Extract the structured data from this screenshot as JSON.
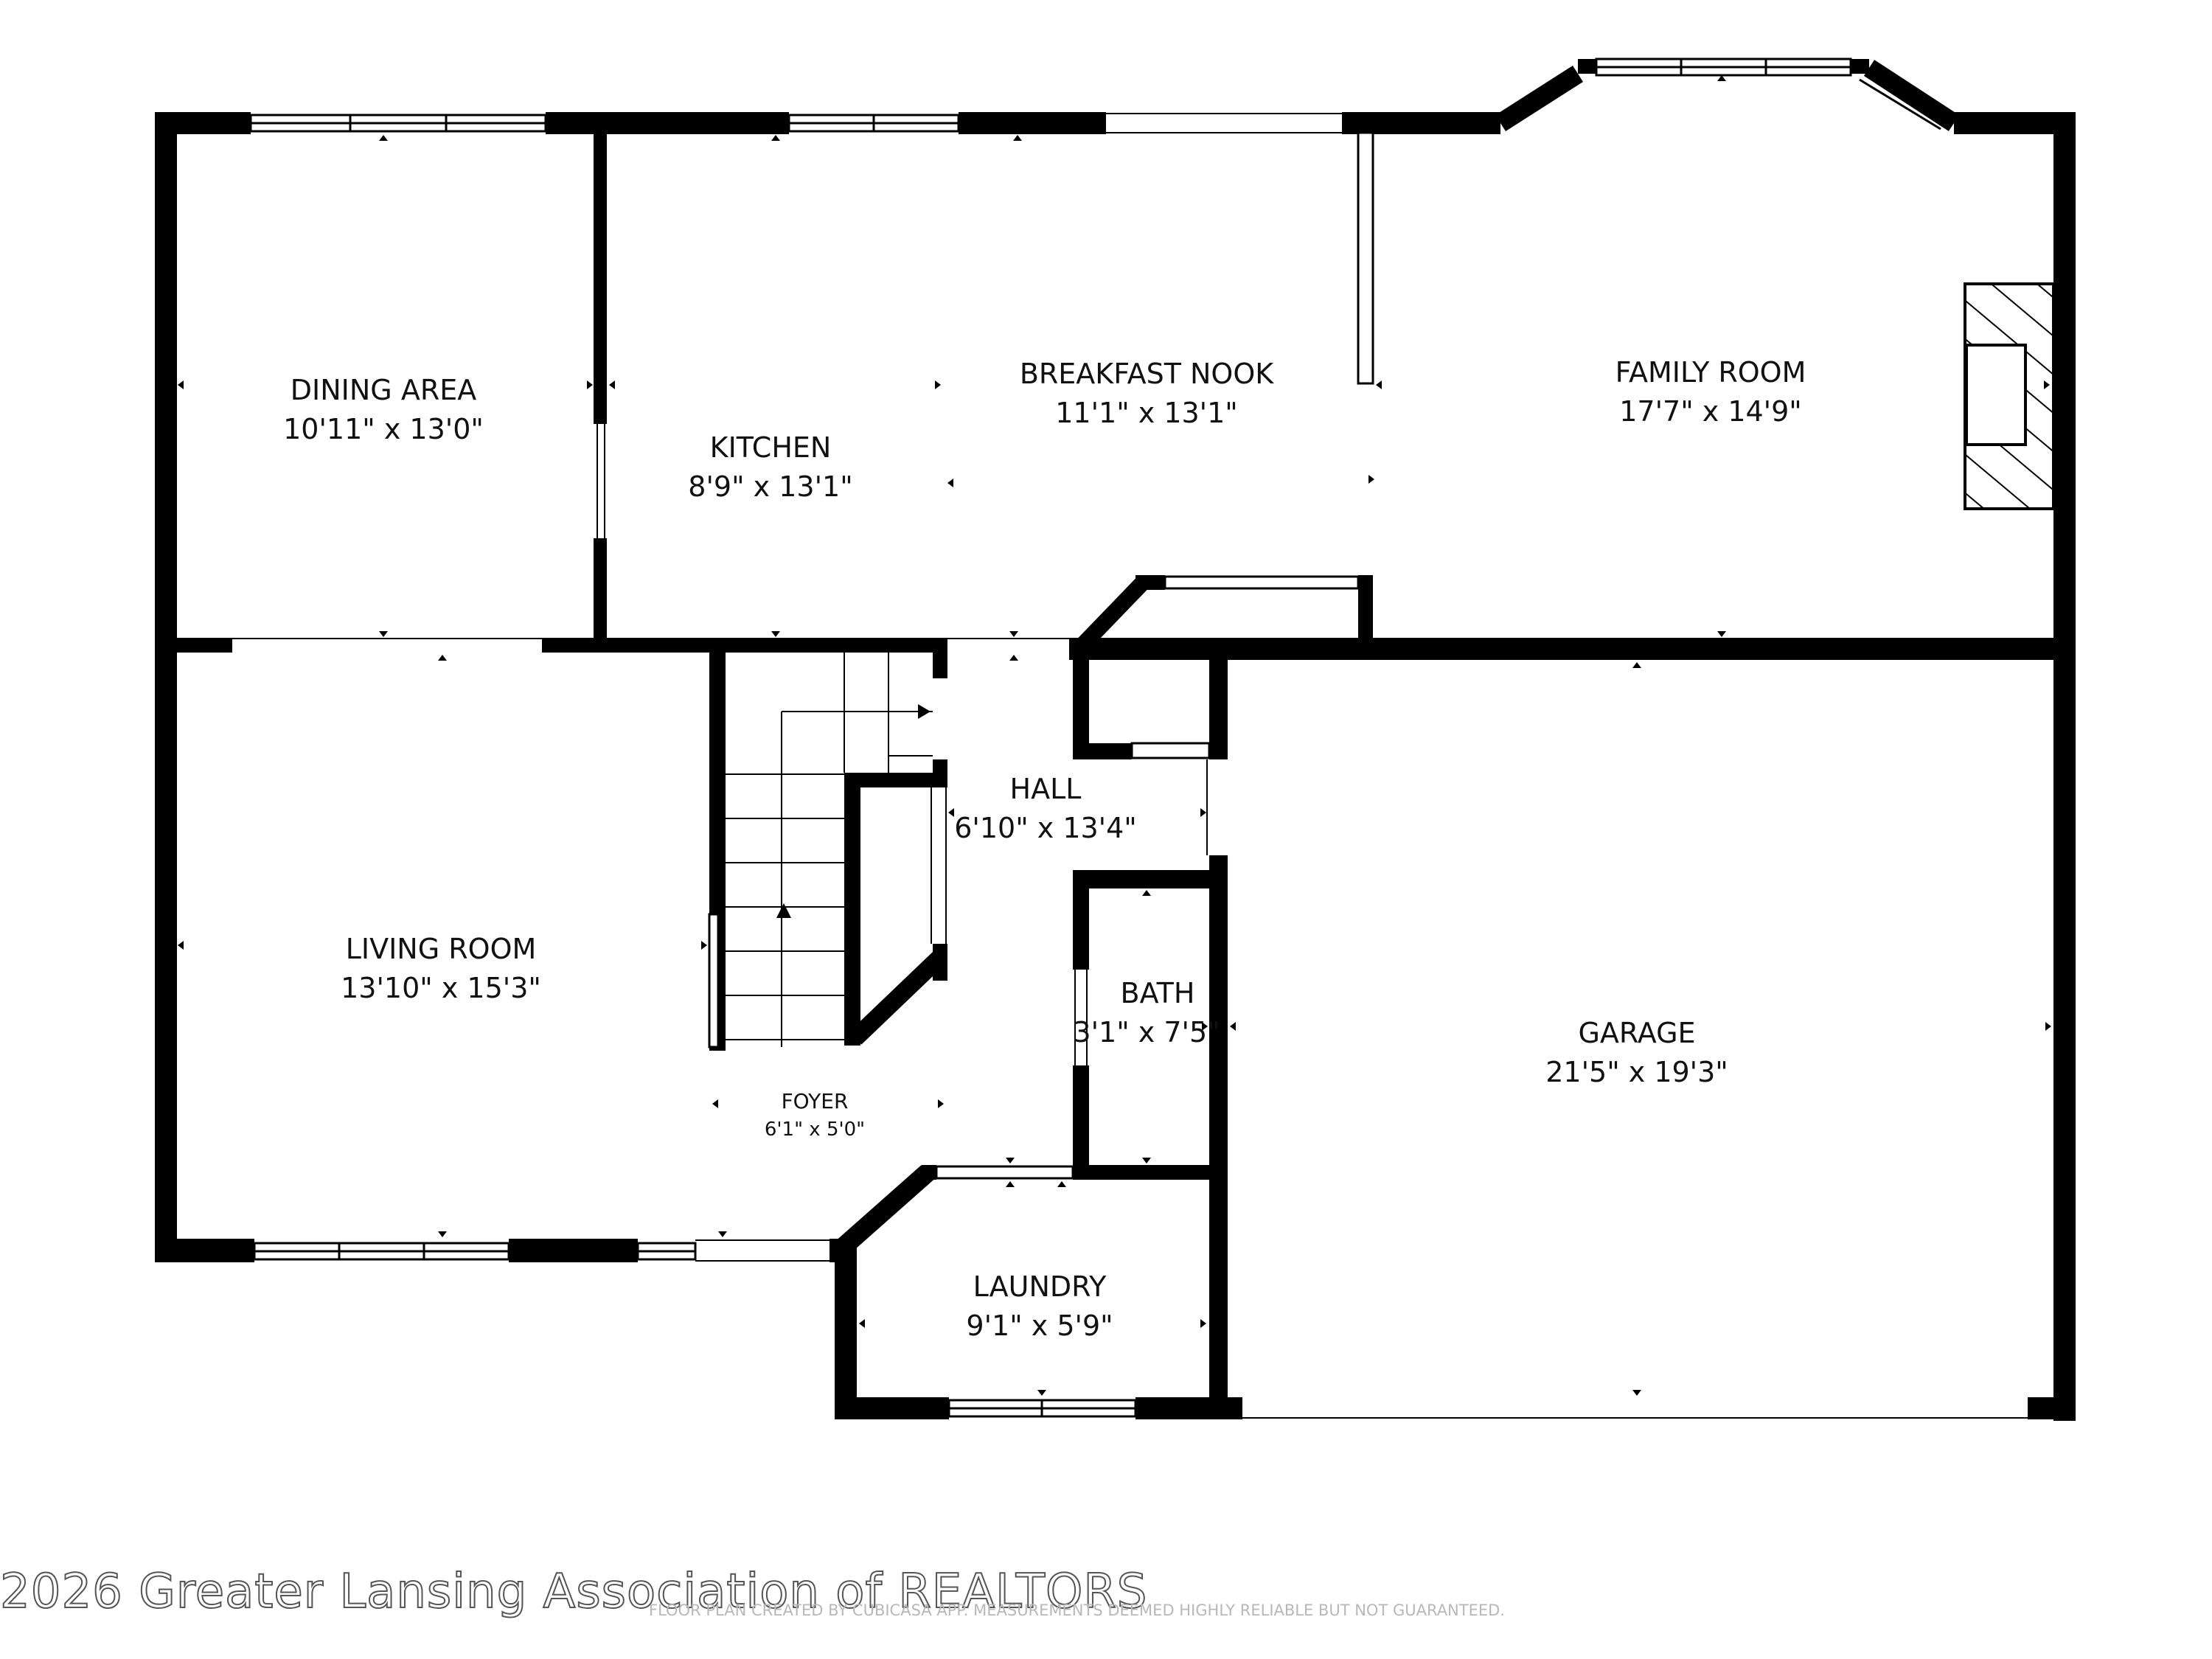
{
  "rooms": [
    {
      "name": "DINING AREA",
      "dims": "10'11\" x 13'0\""
    },
    {
      "name": "KITCHEN",
      "dims": "8'9\" x 13'1\""
    },
    {
      "name": "BREAKFAST NOOK",
      "dims": "11'1\" x 13'1\""
    },
    {
      "name": "FAMILY ROOM",
      "dims": "17'7\" x 14'9\""
    },
    {
      "name": "HALL",
      "dims": "6'10\" x 13'4\""
    },
    {
      "name": "LIVING ROOM",
      "dims": "13'10\" x 15'3\""
    },
    {
      "name": "BATH",
      "dims": "3'1\" x 7'5\""
    },
    {
      "name": "GARAGE",
      "dims": "21'5\" x 19'3\""
    },
    {
      "name": "FOYER",
      "dims": "6'1\" x 5'0\""
    },
    {
      "name": "LAUNDRY",
      "dims": "9'1\" x 5'9\""
    }
  ],
  "watermark": "2026 Greater Lansing Association of REALTORS",
  "disclaimer": "FLOOR PLAN CREATED BY CUBICASA APP. MEASUREMENTS DEEMED HIGHLY RELIABLE BUT NOT GUARANTEED.",
  "colors": {
    "wall": "#000000",
    "background": "#ffffff"
  }
}
